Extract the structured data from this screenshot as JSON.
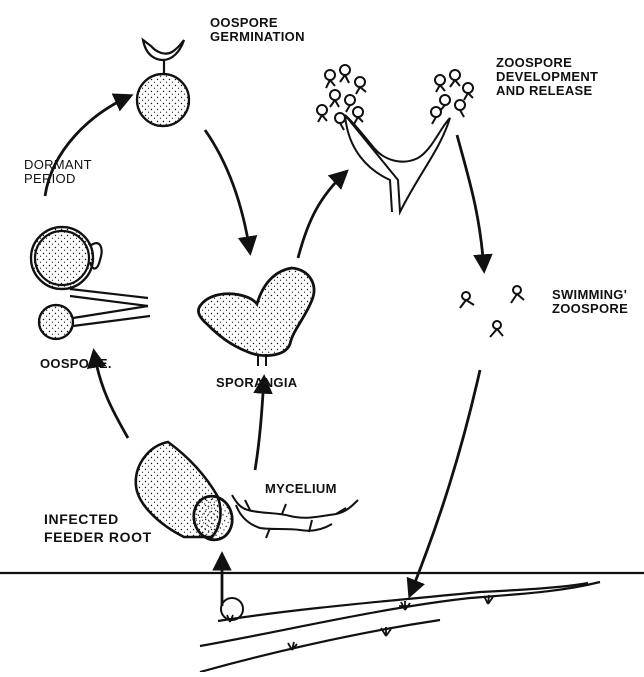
{
  "diagram": {
    "labels": {
      "oospore_germination": [
        "OOSPORE",
        "GERMINATION"
      ],
      "zoospore_development": [
        "ZOOSPORE",
        "DEVELOPMENT",
        "AND RELEASE"
      ],
      "dormant_period": [
        "DORMANT",
        "PERIOD"
      ],
      "swimming_zoospore": [
        "SWIMMING'",
        "ZOOSPORE"
      ],
      "oospore": "OOSPORE.",
      "sporangia": "SPORANGIA",
      "mycelium": "MYCELIUM",
      "infected_feeder_root": [
        "INFECTED",
        "FEEDER ROOT"
      ]
    },
    "colors": {
      "ink": "#111111",
      "background": "#ffffff"
    }
  }
}
